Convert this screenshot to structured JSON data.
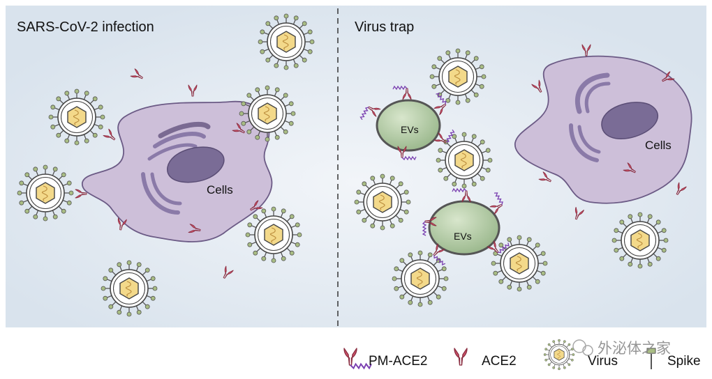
{
  "panels": {
    "left_title": "SARS-CoV-2 infection",
    "right_title": "Virus trap"
  },
  "labels": {
    "cells_left": "Cells",
    "cells_right": "Cells",
    "ev_top": "EVs",
    "ev_bottom": "EVs"
  },
  "legend": {
    "pm_ace2": "PM-ACE2",
    "ace2": "ACE2",
    "virus": "Virus",
    "spike": "Spike"
  },
  "watermark": "外泌体之家",
  "colors": {
    "background_panel": "#dfe8f0",
    "cell_fill": "#cdbfd9",
    "organelle": "#8a7aa8",
    "nucleus": "#7a6c96",
    "ace2": "#d4566e",
    "pm_tail": "#7a3fb0",
    "ev_fill": "#a8c29a",
    "virus_core": "#f3d98a",
    "spike_tip": "#a9bd84"
  }
}
